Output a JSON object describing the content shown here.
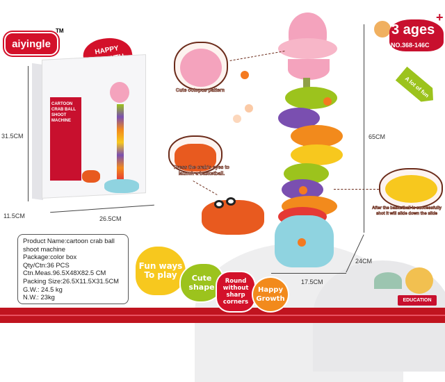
{
  "brand": {
    "logo": "aiyingle",
    "tm": "TM"
  },
  "badge_top": "HAPPY GROWTH",
  "box": {
    "title": "CARTOON CRAB BALL SHOOT MACHINE"
  },
  "age": {
    "label": "3 ages",
    "plus": "+",
    "model": "NO.368-146C"
  },
  "arrow_label": "A lot of fun",
  "callouts": {
    "octopus": "Cute octopus pattern",
    "crab": "Press the crab's eyes to launch a basketball.",
    "slide": "After the basketball is successfully shot it will slide down the slide"
  },
  "dimensions": {
    "box_height": "31.5CM",
    "box_depth": "11.5CM",
    "box_width": "26.5CM",
    "toy_height": "65CM",
    "toy_depth": "24CM",
    "toy_width": "17.5CM"
  },
  "info": [
    "Product Name:cartoon crab ball shoot machine",
    "Package:color box",
    "Qty/Ctn:36 PCS",
    "Ctn.Meas.96.5X48X82.5 CM",
    "Packing Size:26.5X11.5X31.5CM",
    "G.W.:  24.5 kg",
    "N.W.:  23kg"
  ],
  "features": [
    "Fun ways To play",
    "Cute shape",
    "Round without sharp corners",
    "Happy Growth"
  ],
  "education": "EDUCATION",
  "colors": {
    "red": "#c8102e",
    "yellow": "#f7c81e",
    "green": "#9cc31d",
    "orange": "#f28a1c"
  }
}
